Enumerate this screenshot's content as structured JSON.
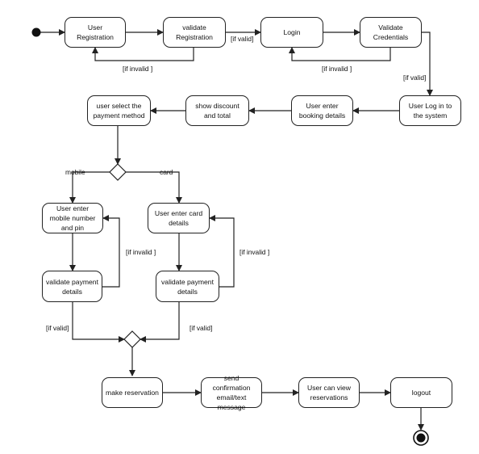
{
  "nodes": {
    "user_registration": "User Registration",
    "validate_registration": "validate Registration",
    "login": "Login",
    "validate_credentials": "Validate Credentials",
    "user_log_in": "User Log in to the system",
    "user_enter_booking": "User enter booking details",
    "show_discount": "show discount and total",
    "select_payment": "user select the payment method",
    "enter_mobile": "User enter mobile number and pin",
    "validate_mobile": "validate payment details",
    "enter_card": "User enter card details",
    "validate_card": "validate payment details",
    "make_reservation": "make reservation",
    "send_confirmation": "send confirmation email/text message",
    "view_reservations": "User can view reservations",
    "logout": "logout"
  },
  "guards": {
    "reg_invalid": "[if invalid ]",
    "reg_valid": "[if valid]",
    "login_invalid": "[if invalid ]",
    "login_valid": "[if valid]",
    "mobile": "mobile",
    "card": "card",
    "mobile_invalid": "[if invalid ]",
    "card_invalid": "[if invalid ]",
    "mobile_valid": "[if valid]",
    "card_valid": "[if valid]"
  }
}
